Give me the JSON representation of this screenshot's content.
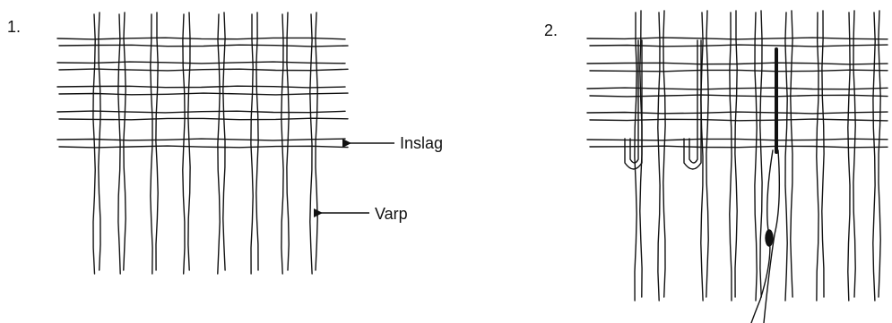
{
  "figure1": {
    "number": "1."
  },
  "figure2": {
    "number": "2."
  },
  "labels": {
    "weft": "Inslag",
    "warp": "Varp"
  }
}
